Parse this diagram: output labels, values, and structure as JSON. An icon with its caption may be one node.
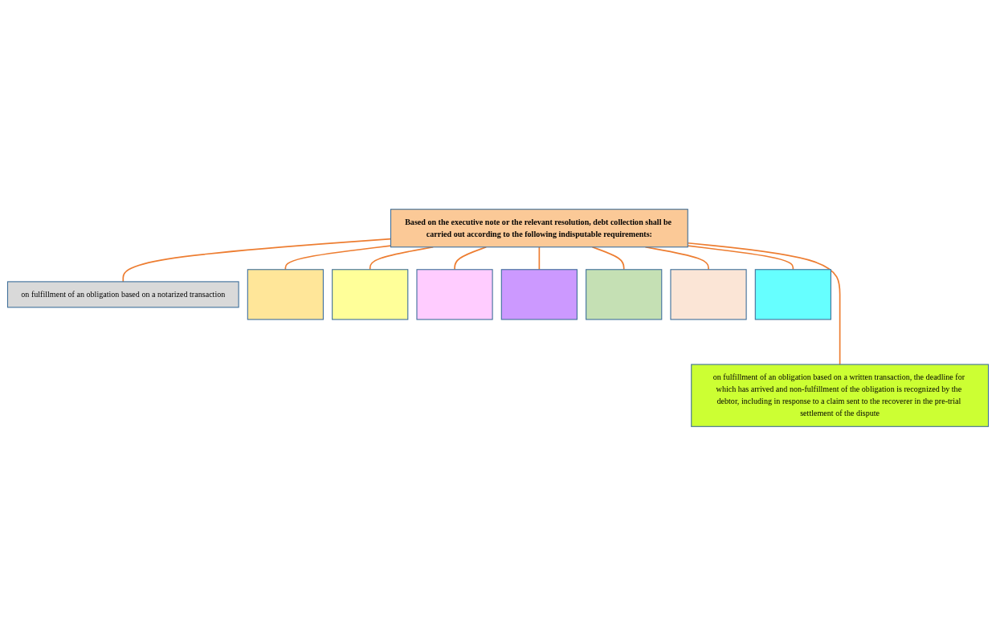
{
  "diagram": {
    "nodes": [
      {
        "text": [
          "Based on the executive note or the relevant resolution, debt collection shall be carried out according to the following indisputable requirements:"
        ]
      },
      {
        "text": [
          "on fulfillment of an obligation based on a notarized transaction"
        ]
      },
      {
        "text": [],
        "shape": "box"
      },
      {
        "text": [],
        "shape": "box"
      },
      {
        "text": [],
        "shape": "box"
      },
      {
        "text": [],
        "shape": "box"
      },
      {
        "text": [],
        "shape": "box"
      },
      {
        "text": [],
        "shape": "box"
      },
      {
        "text": [],
        "shape": "box"
      },
      {
        "text": [
          "on fulfillment of an obligation based on a written transaction, the deadline for which has arrived and non-fulfillment of the obligation is recognized by the debtor, including in response to a claim sent to the recoverer in the pre-trial settlement of the dispute"
        ]
      }
    ],
    "edges": [
      {
        "from": 0,
        "to": 1,
        "arrow": "none"
      },
      {
        "from": 0,
        "to": 2,
        "arrow": "none"
      },
      {
        "from": 0,
        "to": 3,
        "arrow": "none"
      },
      {
        "from": 0,
        "to": 4,
        "arrow": "none"
      },
      {
        "from": 0,
        "to": 5,
        "arrow": "none"
      },
      {
        "from": 0,
        "to": 6,
        "arrow": "none"
      },
      {
        "from": 0,
        "to": 7,
        "arrow": "none"
      },
      {
        "from": 0,
        "to": 8,
        "arrow": "none"
      },
      {
        "from": 0,
        "to": 9,
        "arrow": "none"
      }
    ]
  }
}
